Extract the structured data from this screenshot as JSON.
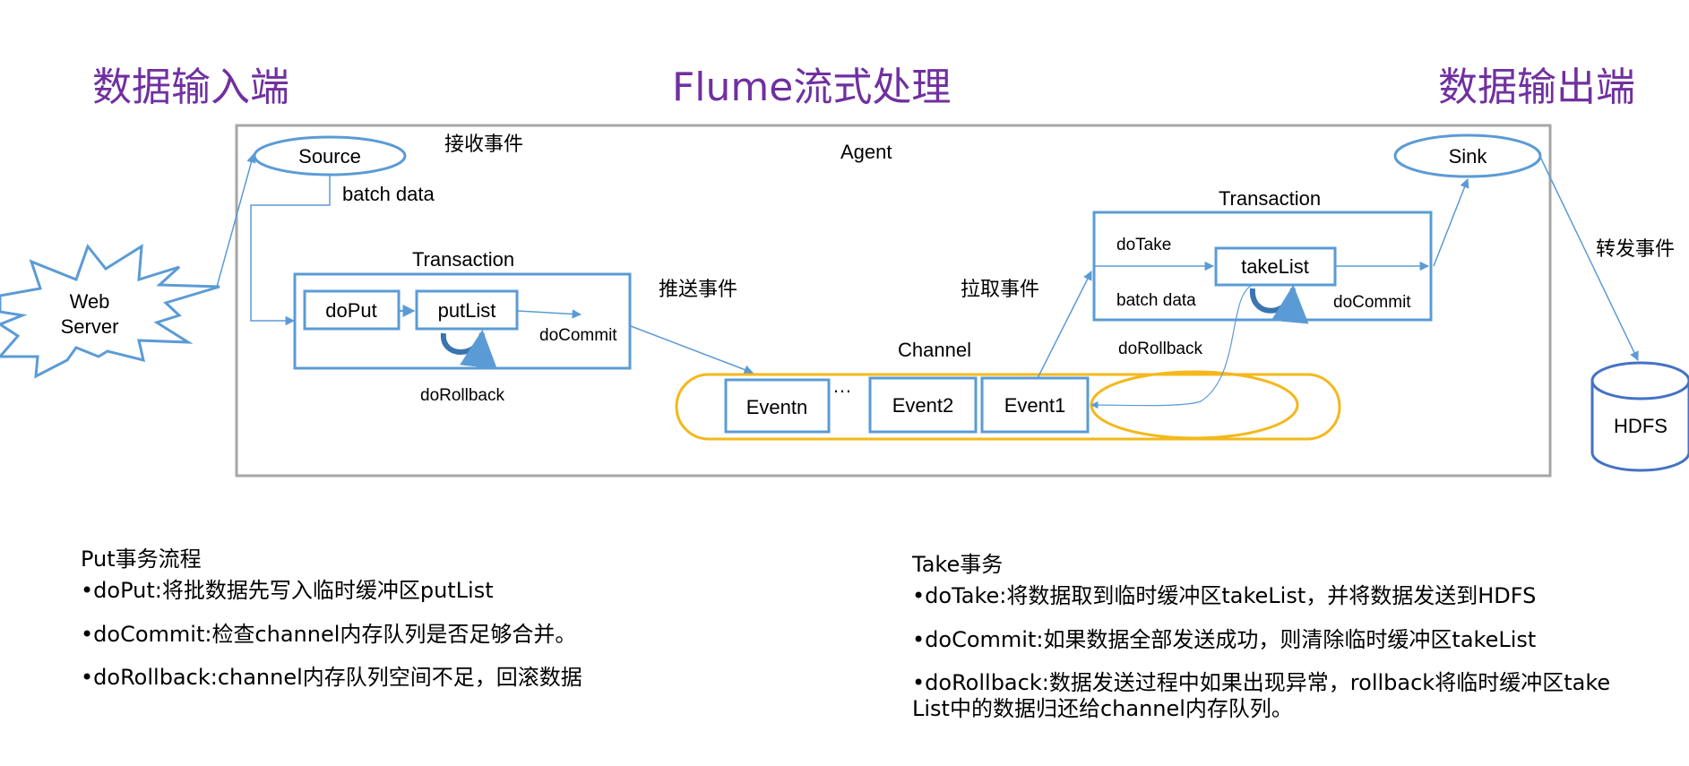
{
  "titles": {
    "input_side": "数据输入端",
    "main": "Flume流式处理",
    "output_side": "数据输出端"
  },
  "colors": {
    "title": "#7030a0",
    "shape_stroke": "#5b9bd5",
    "channel_stroke": "#f4b81c",
    "agent_border": "#a6a6a6",
    "hdfs_stroke": "#4472c4"
  },
  "diagram": {
    "web_server": {
      "line1": "Web",
      "line2": "Server"
    },
    "agent_label": "Agent",
    "source": "Source",
    "receive_event": "接收事件",
    "source_batch_data": "batch data",
    "put_transaction": {
      "title": "Transaction",
      "doput": "doPut",
      "putlist": "putList",
      "docommit": "doCommit",
      "dorollback": "doRollback"
    },
    "push_event": "推送事件",
    "pull_event": "拉取事件",
    "channel": {
      "label": "Channel",
      "events": [
        "Eventn",
        "Event2",
        "Event1"
      ],
      "ellipsis": "…"
    },
    "take_transaction": {
      "title": "Transaction",
      "dotake": "doTake",
      "takelist": "takeList",
      "batch_data": "batch  data",
      "docommit": "doCommit",
      "dorollback": "doRollback"
    },
    "sink": "Sink",
    "forward_event": "转发事件",
    "hdfs": "HDFS"
  },
  "put_notes": {
    "heading": "Put事务流程",
    "items": [
      "•doPut:将批数据先写入临时缓冲区putList",
      "•doCommit:检查channel内存队列是否足够合并。",
      "•doRollback:channel内存队列空间不足，回滚数据"
    ]
  },
  "take_notes": {
    "heading": "Take事务",
    "items": [
      "•doTake:将数据取到临时缓冲区takeList，并将数据发送到HDFS",
      "•doCommit:如果数据全部发送成功，则清除临时缓冲区takeList",
      "•doRollback:数据发送过程中如果出现异常，rollback将临时缓冲区takeList中的数据归还给channel内存队列。"
    ]
  }
}
